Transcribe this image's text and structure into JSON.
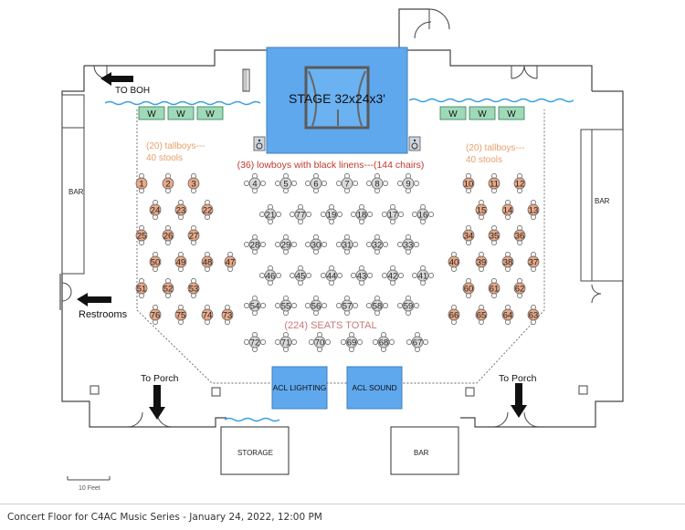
{
  "labels": {
    "stage": "STAGE 32x24x3'",
    "to_boh": "TO BOH",
    "restrooms": "Restrooms",
    "to_porch_left": "To Porch",
    "to_porch_right": "To Porch",
    "bar_left": "BAR",
    "bar_right": "BAR",
    "bar_bottom": "BAR",
    "storage": "STORAGE",
    "acl_lighting": "ACL LIGHTING",
    "acl_sound": "ACL SOUND",
    "tallboys_left_1": "(20) tallboys---",
    "tallboys_left_2": "40 stools",
    "tallboys_right_1": "(20) tallboys---",
    "tallboys_right_2": "40 stools",
    "lowboys": "(36) lowboys with black linens---(144 chairs)",
    "seats_total": "(224) SEATS TOTAL",
    "scale": "10 Feet",
    "w_label": "W"
  },
  "footer": {
    "caption": "Concert Floor for C4AC Music Series - January 24, 2022, 12:00 PM"
  },
  "colors": {
    "stage": "#5fa8ee",
    "tallboy_table": "#e8a988",
    "lowboy_table": "#d9d9d9",
    "tallboy_text": "#e8a06a",
    "lowboy_text": "#c0392b",
    "seats_text": "#c87a78",
    "w_box": "#9fd9b8",
    "water_line": "#3aa0dd",
    "arrow": "#111111"
  },
  "icons": [
    "stage-curtain-icon",
    "speaker-icon",
    "door-swing-icon",
    "arrow-left-icon",
    "arrow-down-icon"
  ],
  "tallboys": {
    "left": [
      [
        1,
        2,
        3
      ],
      [
        24,
        23,
        22
      ],
      [
        25,
        26,
        27
      ],
      [
        50,
        49,
        48,
        47
      ],
      [
        51,
        52,
        53
      ],
      [
        76,
        75,
        74,
        73
      ]
    ],
    "right": [
      [
        10,
        11,
        12
      ],
      [
        15,
        14,
        13
      ],
      [
        34,
        35,
        36
      ],
      [
        40,
        39,
        38,
        37
      ],
      [
        60,
        61,
        62
      ],
      [
        66,
        65,
        64,
        63
      ]
    ]
  },
  "lowboys": [
    [
      4,
      5,
      6,
      7,
      8,
      9
    ],
    [
      21,
      77,
      19,
      18,
      17,
      16
    ],
    [
      28,
      29,
      30,
      31,
      32,
      33
    ],
    [
      46,
      45,
      44,
      43,
      42,
      41
    ],
    [
      54,
      55,
      56,
      57,
      58,
      59
    ],
    [
      72,
      71,
      70,
      69,
      68,
      67
    ]
  ]
}
